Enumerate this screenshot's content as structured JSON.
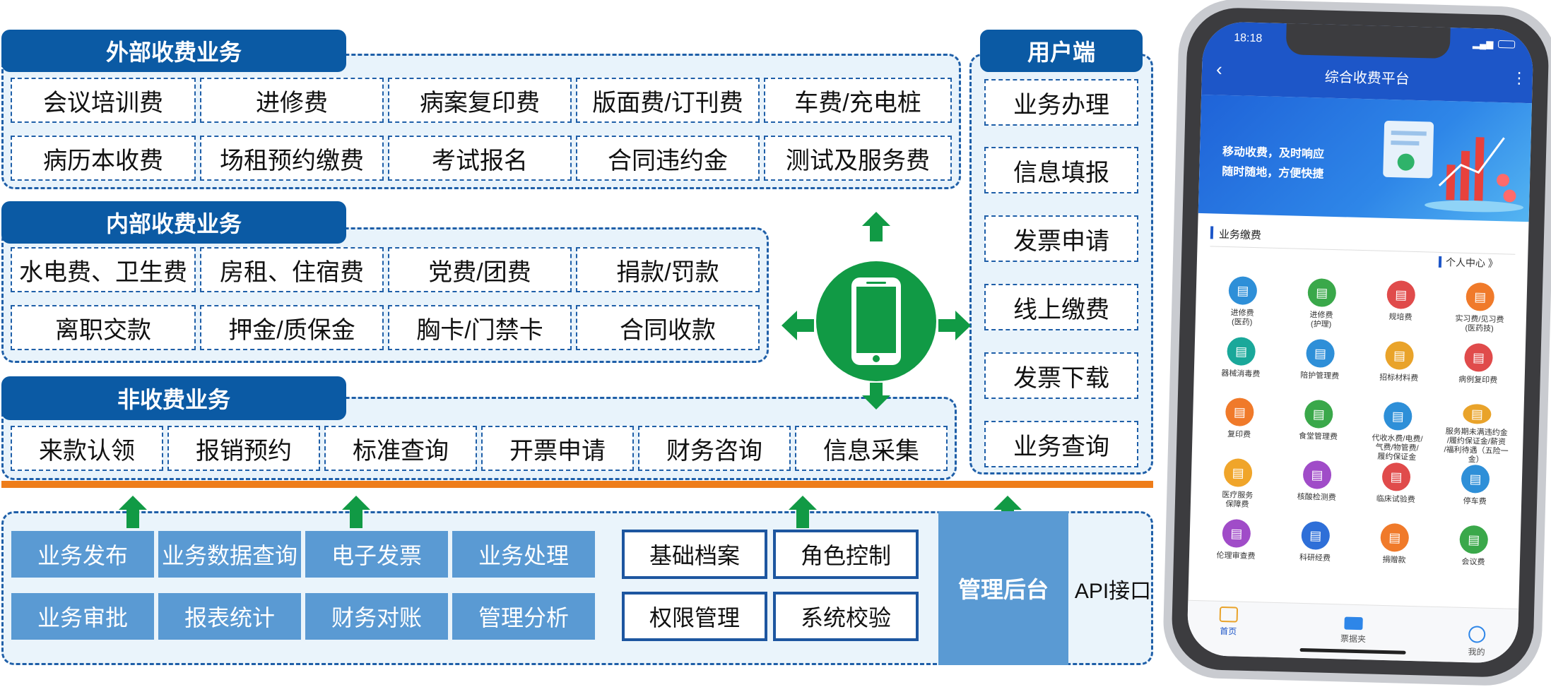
{
  "external": {
    "title": "外部收费业务",
    "items": [
      "会议培训费",
      "进修费",
      "病案复印费",
      "版面费/订刊费",
      "车费/充电桩",
      "病历本收费",
      "场租预约缴费",
      "考试报名",
      "合同违约金",
      "测试及服务费"
    ]
  },
  "internal": {
    "title": "内部收费业务",
    "items": [
      "水电费、卫生费",
      "房租、住宿费",
      "党费/团费",
      "捐款/罚款",
      "离职交款",
      "押金/质保金",
      "胸卡/门禁卡",
      "合同收款"
    ]
  },
  "nonfee": {
    "title": "非收费业务",
    "items": [
      "来款认领",
      "报销预约",
      "标准查询",
      "开票申请",
      "财务咨询",
      "信息采集"
    ]
  },
  "user_end": {
    "title": "用户端",
    "items": [
      "业务办理",
      "信息填报",
      "发票申请",
      "线上缴费",
      "发票下载",
      "业务查询"
    ]
  },
  "backend": {
    "blue_items": [
      "业务发布",
      "业务数据查询",
      "电子发票",
      "业务处理",
      "业务审批",
      "报表统计",
      "财务对账",
      "管理分析"
    ],
    "outline_items": [
      "基础档案",
      "角色控制",
      "权限管理",
      "系统校验"
    ],
    "admin_label": "管理后台",
    "api_label": "API接口"
  },
  "colors": {
    "primary": "#0b5aa4",
    "arrow": "#119a45",
    "divider": "#ee7d1a",
    "box_blue": "#5a9ad3"
  },
  "phone": {
    "time": "18:18",
    "title": "综合收费平台",
    "banner_line1": "移动收费，及时响应",
    "banner_line2": "随时随地，方便快捷",
    "section_label": "业务缴费",
    "personal_center": "个人中心 》",
    "grid": [
      {
        "label": "进修费\n(医药)",
        "color": "#2e8fd8"
      },
      {
        "label": "进修费\n(护理)",
        "color": "#3aa84a"
      },
      {
        "label": "规培费",
        "color": "#e04b4b"
      },
      {
        "label": "实习费/见习费\n(医药技)",
        "color": "#f07a2a"
      },
      {
        "label": "器械消毒费",
        "color": "#1aa89a"
      },
      {
        "label": "陪护管理费",
        "color": "#2e8fd8"
      },
      {
        "label": "招标材料费",
        "color": "#e9a32a"
      },
      {
        "label": "病例复印费",
        "color": "#e04b4b"
      },
      {
        "label": "复印费",
        "color": "#f07a2a"
      },
      {
        "label": "食堂管理费",
        "color": "#3aa84a"
      },
      {
        "label": "代收水费/电费/\n气费/物管费/\n履约保证金",
        "color": "#2e8fd8"
      },
      {
        "label": "服务期未满违约金\n/履约保证金/薪资\n/福利待遇（五险一金）",
        "color": "#e9a32a"
      },
      {
        "label": "医疗服务\n保障费",
        "color": "#f0a52a"
      },
      {
        "label": "核酸检测费",
        "color": "#a04cc8"
      },
      {
        "label": "临床试验费",
        "color": "#e04b4b"
      },
      {
        "label": "停车费",
        "color": "#2e8fd8"
      },
      {
        "label": "伦理审查费",
        "color": "#a04cc8"
      },
      {
        "label": "科研经费",
        "color": "#2e6fd8"
      },
      {
        "label": "捐赠款",
        "color": "#f07a2a"
      },
      {
        "label": "会议费",
        "color": "#3aa84a"
      }
    ],
    "nav": [
      "首页",
      "票据夹",
      "我的"
    ]
  }
}
